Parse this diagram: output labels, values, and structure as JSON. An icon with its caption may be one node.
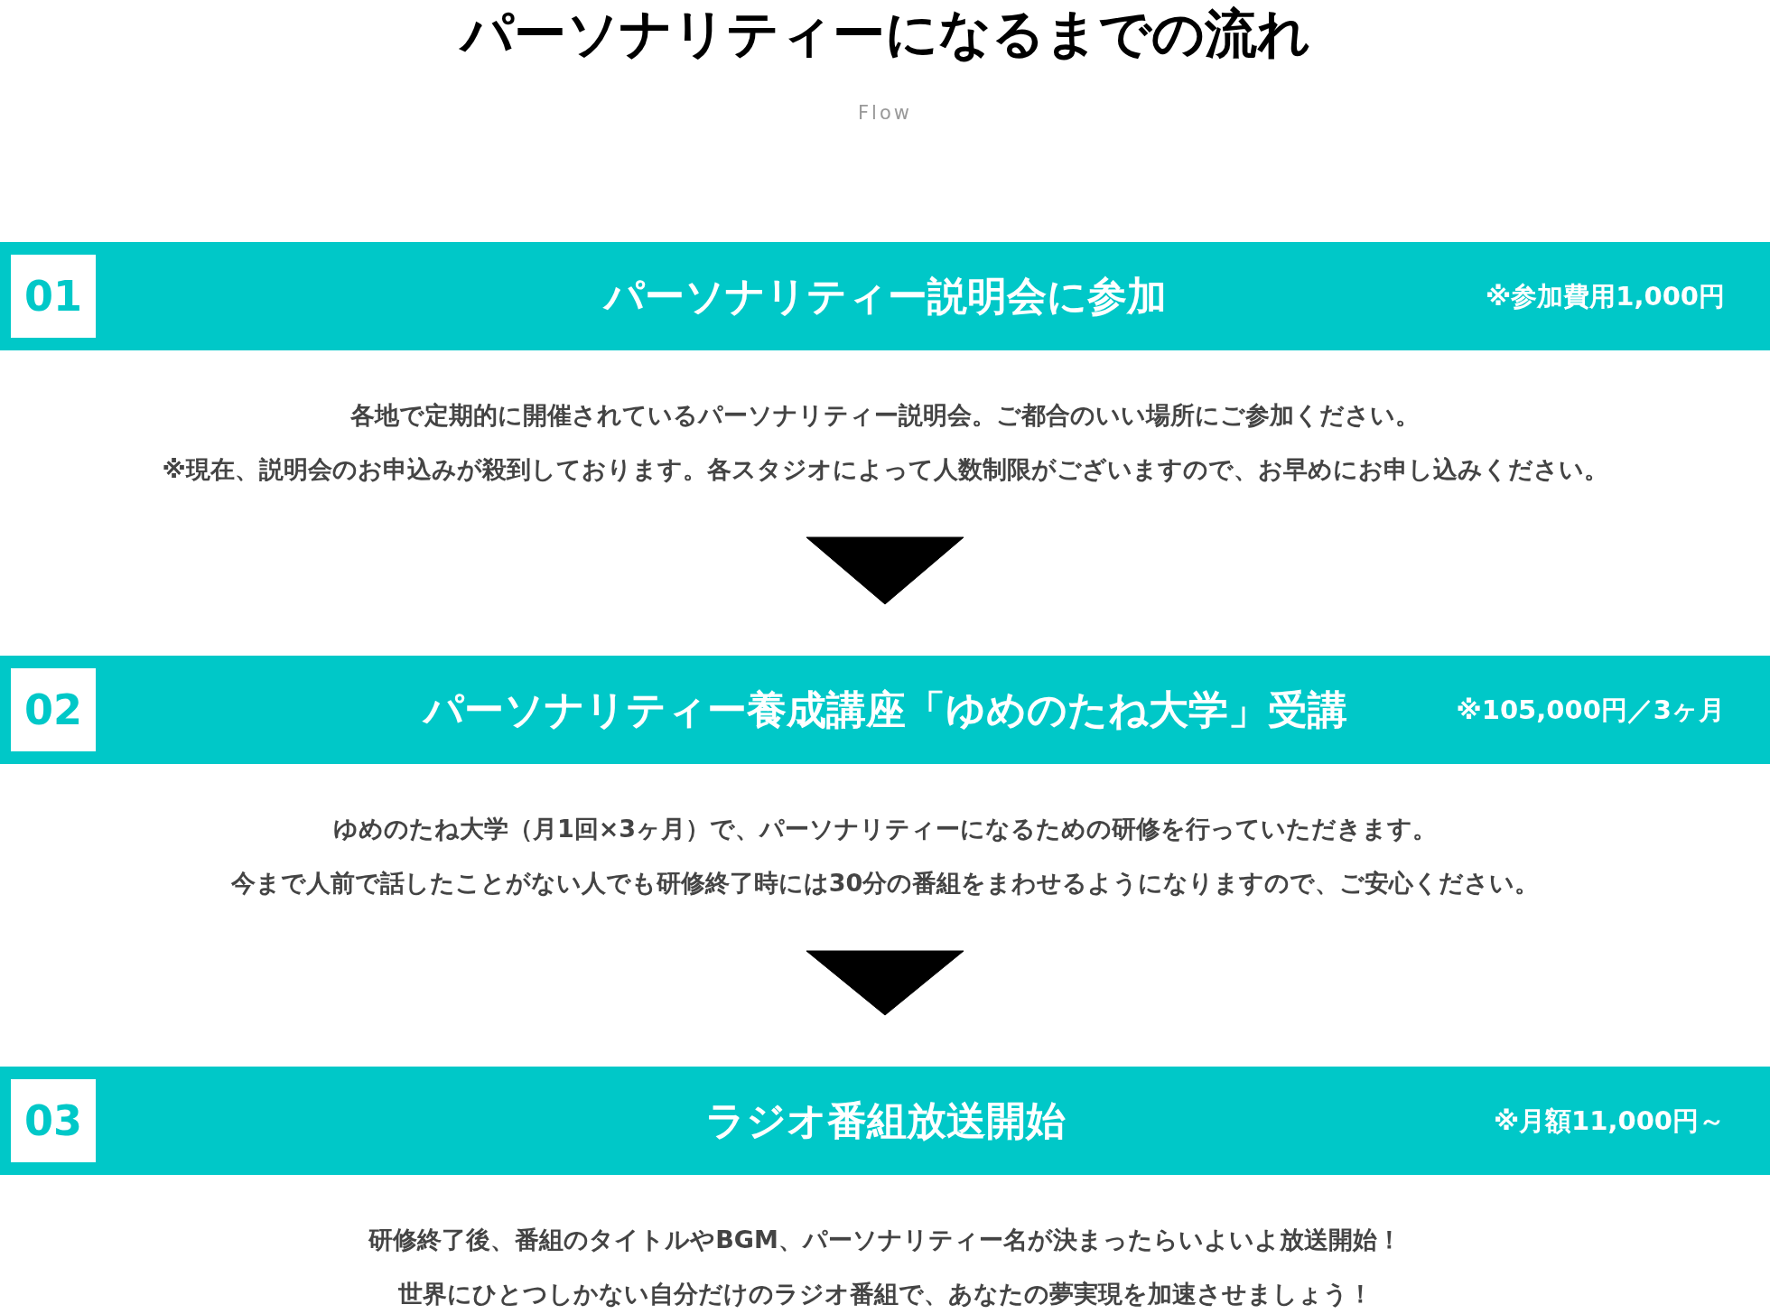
{
  "diagram": {
    "title": "パーソナリティーになるまでの流れ",
    "nodes": [
      {
        "text": [
          "01",
          "パーソナリティー説明会に参加",
          "※参加費用1,000円"
        ],
        "beside": [
          "各地で定期的に開催されているパーソナリティー説明会。ご都合のいい場所にご参加ください。",
          "※現在、説明会のお申込みが殺到しております。各スタジオによって人数制限がございますので、お早めにお申し込みください。"
        ]
      },
      {
        "text": [
          "02",
          "パーソナリティー養成講座「ゆめのたね大学」受講",
          "※105,000円／3ヶ月"
        ],
        "beside": [
          "ゆめのたね大学（月1回×3ヶ月）で、パーソナリティーになるための研修を行っていただきます。",
          "今まで人前で話したことがない人でも研修終了時には30分の番組をまわせるようになりますので、ご安心ください。"
        ]
      },
      {
        "text": [
          "03",
          "ラジオ番組放送開始",
          "※月額11,000円～"
        ],
        "beside": [
          "研修終了後、番組のタイトルやBGM、パーソナリティー名が決まったらいよいよ放送開始！",
          "世界にひとつしかない自分だけのラジオ番組で、あなたの夢実現を加速させましょう！"
        ]
      }
    ],
    "edges": [
      {
        "from": 0,
        "to": 1,
        "arrow": "to"
      },
      {
        "from": 1,
        "to": 2,
        "arrow": "to"
      }
    ],
    "labels": [
      "Flow"
    ]
  }
}
